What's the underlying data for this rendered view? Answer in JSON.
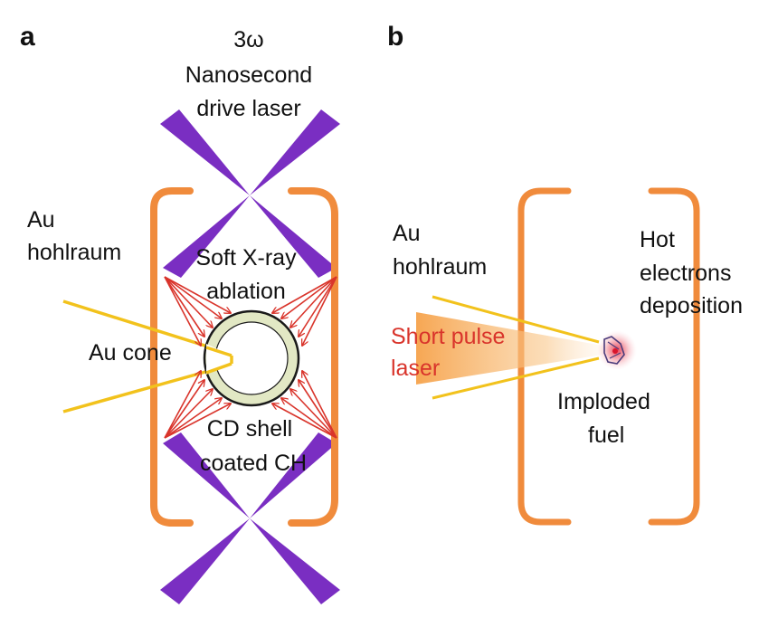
{
  "panel_a": {
    "letter": "a",
    "laser_line1": "3ω",
    "laser_line2": "Nanosecond",
    "laser_line3": "drive laser",
    "hohlraum_line1": "Au",
    "hohlraum_line2": "hohlraum",
    "xray_line1": "Soft X-ray",
    "xray_line2": "ablation",
    "cone_label": "Au cone",
    "shell_line1": "CD shell",
    "shell_line2": "coated CH"
  },
  "panel_b": {
    "letter": "b",
    "hohlraum_line1": "Au",
    "hohlraum_line2": "hohlraum",
    "hot_line1": "Hot",
    "hot_line2": "electrons",
    "hot_line3": "deposition",
    "short_line1": "Short pulse",
    "short_line2": "laser",
    "fuel_line1": "Imploded",
    "fuel_line2": "fuel"
  },
  "colors": {
    "bracket": "#f08b3c",
    "laser": "#7a2ec2",
    "cone": "#f2c21c",
    "xray": "#d9342b",
    "shell_fill": "#e2e8c4",
    "shell_stroke": "#1a1a1a",
    "short_pulse_label": "#d9342b"
  }
}
